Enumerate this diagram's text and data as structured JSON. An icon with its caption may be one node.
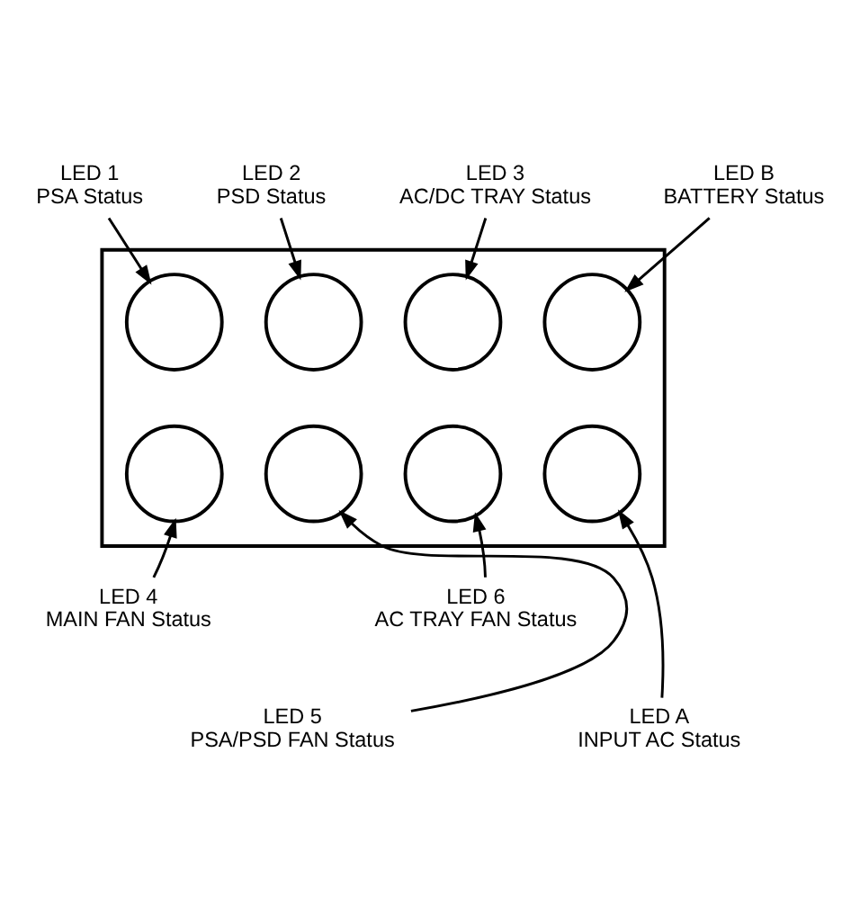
{
  "diagram": {
    "nodes": [
      {
        "text": [],
        "shape": "box"
      },
      {
        "text": [
          "LED 1",
          "PSA Status"
        ]
      },
      {
        "text": [
          "LED 2",
          "PSD Status"
        ]
      },
      {
        "text": [
          "LED 3",
          "AC/DC TRAY Status"
        ]
      },
      {
        "text": [
          "LED B",
          "BATTERY Status"
        ]
      },
      {
        "text": [],
        "shape": "circle",
        "in": 0
      },
      {
        "text": [],
        "shape": "circle",
        "in": 0
      },
      {
        "text": [],
        "shape": "circle",
        "in": 0
      },
      {
        "text": [],
        "shape": "circle",
        "in": 0
      },
      {
        "text": [],
        "shape": "circle",
        "in": 0
      },
      {
        "text": [],
        "shape": "circle",
        "in": 0
      },
      {
        "text": [],
        "shape": "circle",
        "in": 0
      },
      {
        "text": [],
        "shape": "circle",
        "in": 0
      },
      {
        "text": [
          "LED 4",
          "MAIN FAN Status"
        ]
      },
      {
        "text": [
          "LED 5",
          "PSA/PSD FAN Status"
        ]
      },
      {
        "text": [
          "LED 6",
          "AC TRAY FAN Status"
        ]
      },
      {
        "text": [
          "LED A",
          "INPUT AC Status"
        ]
      }
    ],
    "edges": [
      {
        "from": 1,
        "to": 5,
        "arrow": "to"
      },
      {
        "from": 2,
        "to": 6,
        "arrow": "to"
      },
      {
        "from": 3,
        "to": 7,
        "arrow": "to"
      },
      {
        "from": 4,
        "to": 8,
        "arrow": "to"
      },
      {
        "from": 13,
        "to": 9,
        "arrow": "to"
      },
      {
        "from": 14,
        "to": 10,
        "arrow": "to"
      },
      {
        "from": 15,
        "to": 11,
        "arrow": "to"
      },
      {
        "from": 16,
        "to": 12,
        "arrow": "to"
      }
    ]
  }
}
